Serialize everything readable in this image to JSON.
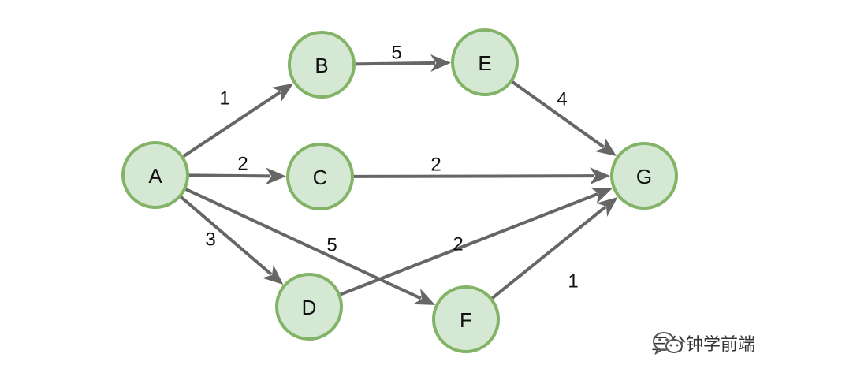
{
  "nodes": [
    {
      "id": "A",
      "label": "A"
    },
    {
      "id": "B",
      "label": "B"
    },
    {
      "id": "C",
      "label": "C"
    },
    {
      "id": "D",
      "label": "D"
    },
    {
      "id": "E",
      "label": "E"
    },
    {
      "id": "F",
      "label": "F"
    },
    {
      "id": "G",
      "label": "G"
    }
  ],
  "edges": [
    {
      "from": "A",
      "to": "B",
      "weight": "1"
    },
    {
      "from": "A",
      "to": "C",
      "weight": "2"
    },
    {
      "from": "A",
      "to": "D",
      "weight": "3"
    },
    {
      "from": "A",
      "to": "F",
      "weight": "5"
    },
    {
      "from": "B",
      "to": "E",
      "weight": "5"
    },
    {
      "from": "E",
      "to": "G",
      "weight": "4"
    },
    {
      "from": "C",
      "to": "G",
      "weight": "2"
    },
    {
      "from": "D",
      "to": "G",
      "weight": "2"
    },
    {
      "from": "F",
      "to": "G",
      "weight": "1"
    }
  ],
  "colors": {
    "node_fill": "#d5e8d4",
    "node_stroke": "#82b366",
    "edge": "#666666"
  },
  "watermark": {
    "icon": "wechat-icon",
    "text": "三分钟学前端"
  }
}
